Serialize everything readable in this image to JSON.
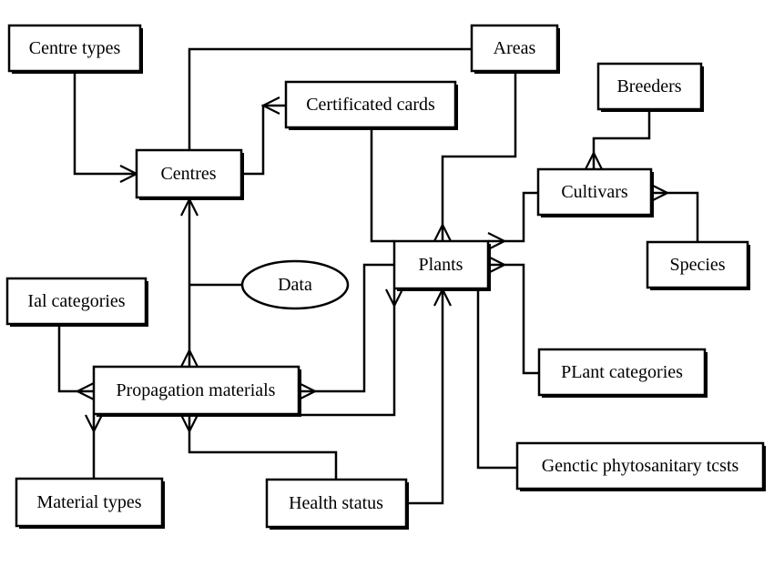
{
  "entities": {
    "centre_types": "Centre types",
    "areas": "Areas",
    "certificated_cards": "Certificated cards",
    "breeders": "Breeders",
    "centres": "Centres",
    "cultivars": "Cultivars",
    "plants": "Plants",
    "species": "Species",
    "data": "Data",
    "ial_categories": "Ial categories",
    "propagation_materials": "Propagation materials",
    "plant_categories": "PLant categories",
    "genetic_tests": "Genctic phytosanitary tcsts",
    "material_types": "Material types",
    "health_status": "Health status"
  }
}
